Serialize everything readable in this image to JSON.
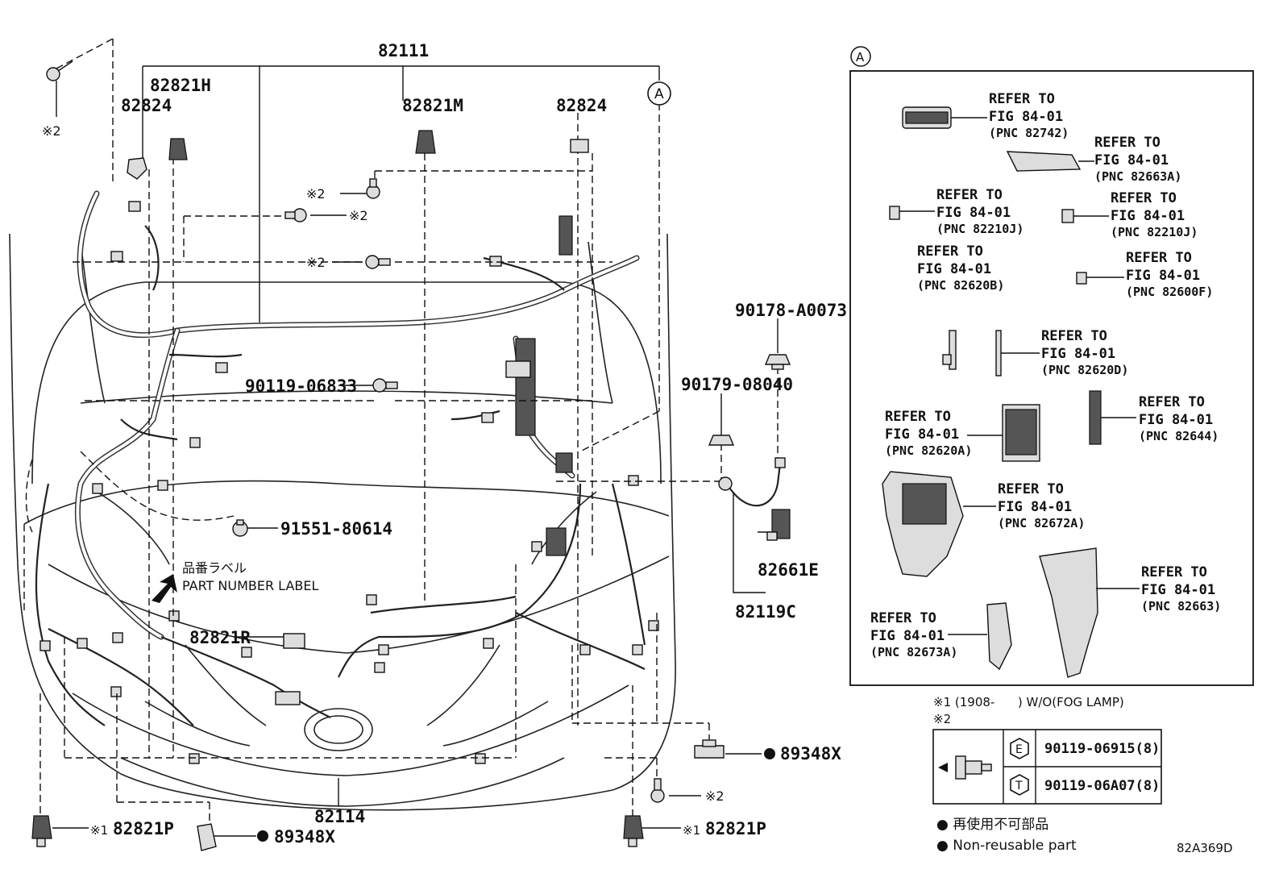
{
  "diagram": {
    "main_labels": {
      "harness_main": "82111",
      "clamp_h": "82821H",
      "bracket_left": "82824",
      "clamp_m": "82821M",
      "bracket_right": "82824",
      "fender_harness": "82114",
      "clamp_r": "82821R",
      "bolt_a": "90119-06833",
      "bolt_b": "91551-80614",
      "nut_a": "90178-A0073",
      "nut_b": "90179-08040",
      "ground_wire": "82661E",
      "wire_assy": "82119C",
      "clip_right": "89348X",
      "clip_bottom": "89348X",
      "clamp_p_left": "82821P",
      "clamp_p_right": "82821P",
      "note2_marker": "※2",
      "note1_marker": "※1",
      "part_label_jp": "品番ラベル",
      "part_label_en": "PART NUMBER LABEL",
      "view_marker": "A",
      "figure_code": "82A369D"
    },
    "detail_box": {
      "marker": "A",
      "refer_line1": "REFER TO",
      "refer_line2": "FIG 84-01",
      "pnc": [
        "(PNC 82742)",
        "(PNC 82663A)",
        "(PNC 82210J)",
        "(PNC 82210J)",
        "(PNC 82620B)",
        "(PNC 82600F)",
        "(PNC 82620D)",
        "(PNC 82620A)",
        "(PNC 82644)",
        "(PNC 82672A)",
        "(PNC 82663)",
        "(PNC 82673A)"
      ]
    },
    "notes": {
      "note1": "※1 (1908-      ) W/O(FOG LAMP)",
      "note2": "※2",
      "table": [
        {
          "symbol": "E",
          "part": "90119-06915(8)"
        },
        {
          "symbol": "T",
          "part": "90119-06A07(8)"
        }
      ],
      "legend_jp": "● 再使用不可部品",
      "legend_en": "● Non-reusable part"
    }
  }
}
